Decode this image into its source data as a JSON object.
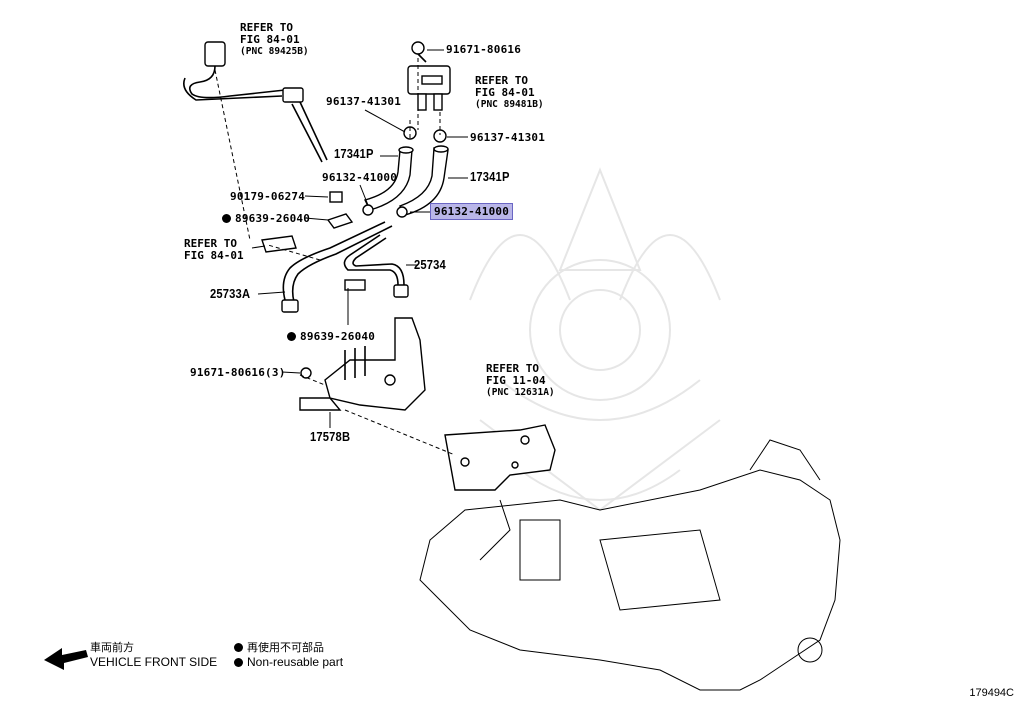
{
  "diagram_code": "179494C",
  "highlight_color": "#b9b6e8",
  "parts": {
    "p91671_top": "91671-80616",
    "p96137_left": "96137-41301",
    "p96137_right": "96137-41301",
    "p17341P_left": "17341P",
    "p17341P_right": "17341P",
    "p96132_left": "96132-41000",
    "p96132_right": "96132-41000",
    "p90179": "90179-06274",
    "p89639_top": "89639-26040",
    "p25734": "25734",
    "p25733A": "25733A",
    "p89639_bottom": "89639-26040",
    "p91671_bottom": "91671-80616(3)",
    "p17578B": "17578B"
  },
  "refers": {
    "top_left": {
      "line1": "REFER TO",
      "line2": "FIG 84-01",
      "line3": "(PNC 89425B)"
    },
    "top_right": {
      "line1": "REFER TO",
      "line2": "FIG 84-01",
      "line3": "(PNC 89481B)"
    },
    "mid_left": {
      "line1": "REFER TO",
      "line2": "FIG 84-01"
    },
    "engine": {
      "line1": "REFER TO",
      "line2": "FIG 11-04",
      "line3": "(PNC 12631A)"
    }
  },
  "legend": {
    "front_jp": "車両前方",
    "front_en": "VEHICLE FRONT SIDE",
    "nonreuse_jp": "再使用不可部品",
    "nonreuse_en": "Non-reusable part"
  }
}
